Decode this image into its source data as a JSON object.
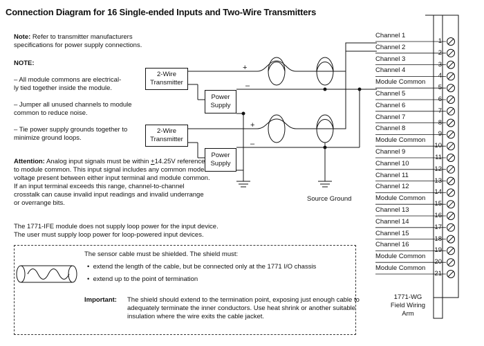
{
  "title": "Connection Diagram for 16 Single-ended Inputs and Two-Wire Transmitters",
  "note_main": {
    "label": "Note:",
    "line1": " Refer to transmitter manufacturers",
    "line2": "specifications for power supply connections."
  },
  "note_heading": "NOTE:",
  "notes": [
    [
      "– All module commons are electrical-",
      "ly tied together inside the module."
    ],
    [
      "– Jumper all unused channels to module",
      "common to reduce noise."
    ],
    [
      "– Tie power supply grounds together to",
      "minimize ground loops."
    ]
  ],
  "attention": {
    "label": "Attention:",
    "line1_rest": " Analog input signals must be within ",
    "pm": "+",
    "line1_end": "14.25V referenced",
    "lines": [
      "to module common. This input signal includes any common mode",
      "voltage present between either input terminal and module common.",
      "If an input terminal exceeds this range, channel-to-channel",
      "crosstalk can cause invalid input readings and invalid underrange",
      "or overrange bits."
    ]
  },
  "loop_power": [
    "The 1771-IFE module does not supply loop power for the input device.",
    "The user must supply loop power for loop-powered input devices."
  ],
  "transmitter_label": [
    "2-Wire",
    "Transmitter"
  ],
  "power_supply_label": [
    "Power",
    "Supply"
  ],
  "plus": "+",
  "minus": "–",
  "source_ground": "Source Ground",
  "shield": {
    "intro": "The sensor cable must be shielded.  The shield must:",
    "bullets": [
      "extend the length of the cable, but be connected only at the 1771 I/O chassis",
      "extend up to the point of termination"
    ],
    "important_label": "Important:",
    "important_lines": [
      "The shield should extend to the termination point, exposing just enough cable to",
      "adequately terminate the inner conductors.  Use heat shrink or another suitable",
      "insulation where the wire exits the cable jacket."
    ]
  },
  "terminals": [
    {
      "label": "Channel 1",
      "num": "1"
    },
    {
      "label": "Channel 2",
      "num": "2"
    },
    {
      "label": "Channel 3",
      "num": "3"
    },
    {
      "label": "Channel 4",
      "num": "4"
    },
    {
      "label": "Module Common",
      "num": "5"
    },
    {
      "label": "Channel 5",
      "num": "6"
    },
    {
      "label": "Channel 6",
      "num": "7"
    },
    {
      "label": "Channel 7",
      "num": "8"
    },
    {
      "label": "Channel 8",
      "num": "9"
    },
    {
      "label": "Module Common",
      "num": "10"
    },
    {
      "label": "Channel 9",
      "num": "11"
    },
    {
      "label": "Channel 10",
      "num": "12"
    },
    {
      "label": "Channel 11",
      "num": "13"
    },
    {
      "label": "Channel 12",
      "num": "14"
    },
    {
      "label": "Module Common",
      "num": "15"
    },
    {
      "label": "Channel 13",
      "num": "16"
    },
    {
      "label": "Channel 14",
      "num": "17"
    },
    {
      "label": "Channel 15",
      "num": "18"
    },
    {
      "label": "Channel 16",
      "num": "19"
    },
    {
      "label": "Module Common",
      "num": "20"
    },
    {
      "label": "Module Common",
      "num": "21"
    }
  ],
  "field_arm": [
    "1771-WG",
    "Field Wiring",
    "Arm"
  ]
}
